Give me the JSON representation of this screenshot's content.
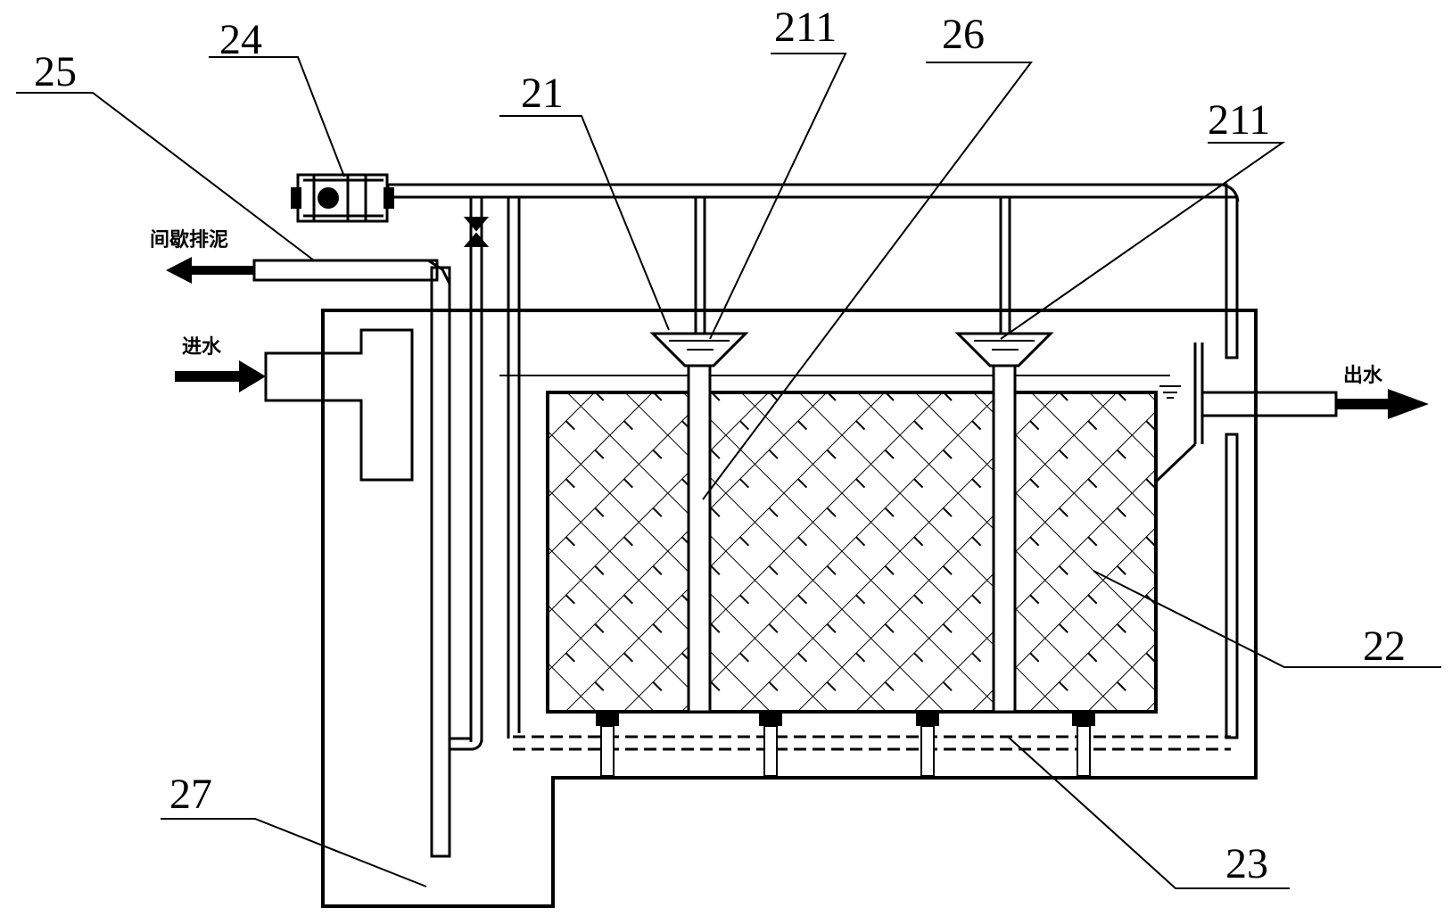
{
  "labels": {
    "n24": "24",
    "n25": "25",
    "n21": "21",
    "n211_a": "211",
    "n26": "26",
    "n211_b": "211",
    "n22": "22",
    "n23": "23",
    "n27": "27"
  },
  "flows": {
    "sludge": "间歇排泥",
    "inlet": "进水",
    "outlet": "出水"
  },
  "colors": {
    "line": "#000000",
    "background": "#ffffff"
  }
}
